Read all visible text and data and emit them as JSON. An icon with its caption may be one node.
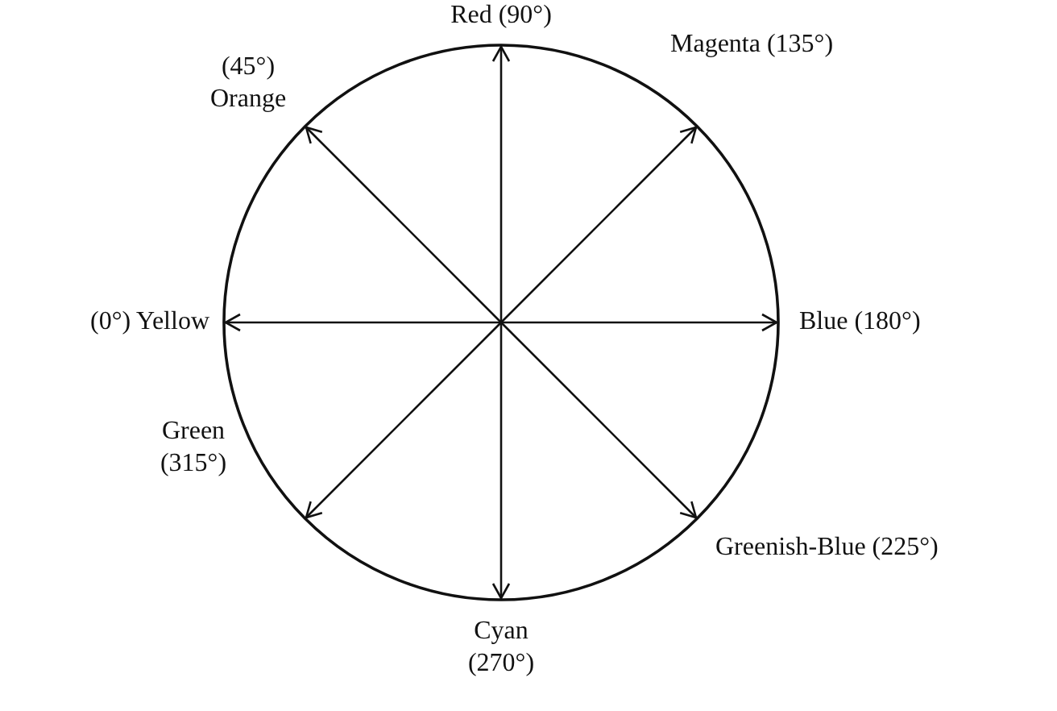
{
  "diagram": {
    "nodes": [
      {
        "text": [
          "Red (90°)"
        ]
      },
      {
        "text": [
          "(45°) Orange"
        ]
      },
      {
        "text": [
          "Magenta (135°)"
        ]
      },
      {
        "text": [
          "(0°) Yellow"
        ]
      },
      {
        "text": [
          "Blue (180°)"
        ]
      },
      {
        "text": [
          "Green (315°)"
        ]
      },
      {
        "text": [
          "Greenish-Blue (225°)"
        ]
      },
      {
        "text": [
          "Cyan (270°)"
        ]
      }
    ],
    "edges": [
      {
        "from": null,
        "to": 0,
        "arrow": "to"
      },
      {
        "from": null,
        "to": 1,
        "arrow": "to"
      },
      {
        "from": null,
        "to": 2,
        "arrow": "to"
      },
      {
        "from": null,
        "to": 3,
        "arrow": "to"
      },
      {
        "from": null,
        "to": 4,
        "arrow": "to"
      },
      {
        "from": null,
        "to": 5,
        "arrow": "to"
      },
      {
        "from": null,
        "to": 6,
        "arrow": "to"
      },
      {
        "from": null,
        "to": 7,
        "arrow": "to"
      }
    ]
  }
}
